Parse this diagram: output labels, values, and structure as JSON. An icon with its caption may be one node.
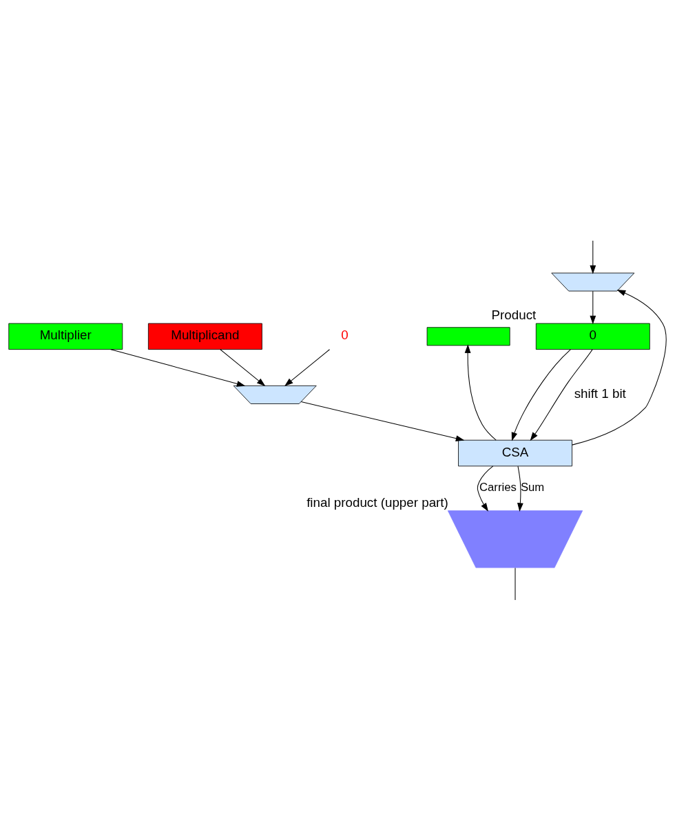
{
  "diagram": {
    "nodes": [
      {
        "text": [],
        "shape": "box"
      },
      {
        "text": [],
        "shape": "box"
      },
      {
        "text": [
          "0"
        ],
        "beside": [
          "Product"
        ]
      },
      {
        "text": [
          "Multiplier"
        ]
      },
      {
        "text": [
          "Multiplicand"
        ]
      },
      {
        "text": [
          "0"
        ]
      },
      {
        "text": [],
        "shape": "box"
      },
      {
        "text": [
          "CSA"
        ]
      },
      {
        "text": [],
        "shape": "trapezium",
        "beside": [
          "final product (upper part)"
        ]
      }
    ],
    "edges": [
      {
        "from": null,
        "to": 0,
        "arrow": "to"
      },
      {
        "from": 7,
        "to": 0,
        "arrow": "to"
      },
      {
        "from": 0,
        "to": 2,
        "arrow": "to"
      },
      {
        "from": 7,
        "to": 1,
        "arrow": "to"
      },
      {
        "from": 2,
        "to": 7,
        "arrow": "to"
      },
      {
        "from": 2,
        "to": 7,
        "arrow": "to"
      },
      {
        "from": 3,
        "to": 6,
        "arrow": "to"
      },
      {
        "from": 4,
        "to": 6,
        "arrow": "to"
      },
      {
        "from": 5,
        "to": 6,
        "arrow": "to"
      },
      {
        "from": 6,
        "to": 7,
        "arrow": "to"
      },
      {
        "from": 7,
        "to": 8,
        "label": "Carries",
        "arrow": "to"
      },
      {
        "from": 7,
        "to": 8,
        "label": "Sum",
        "arrow": "to"
      },
      {
        "from": 8,
        "to": null,
        "arrow": "none"
      }
    ],
    "labels": [
      "shift 1 bit"
    ]
  }
}
